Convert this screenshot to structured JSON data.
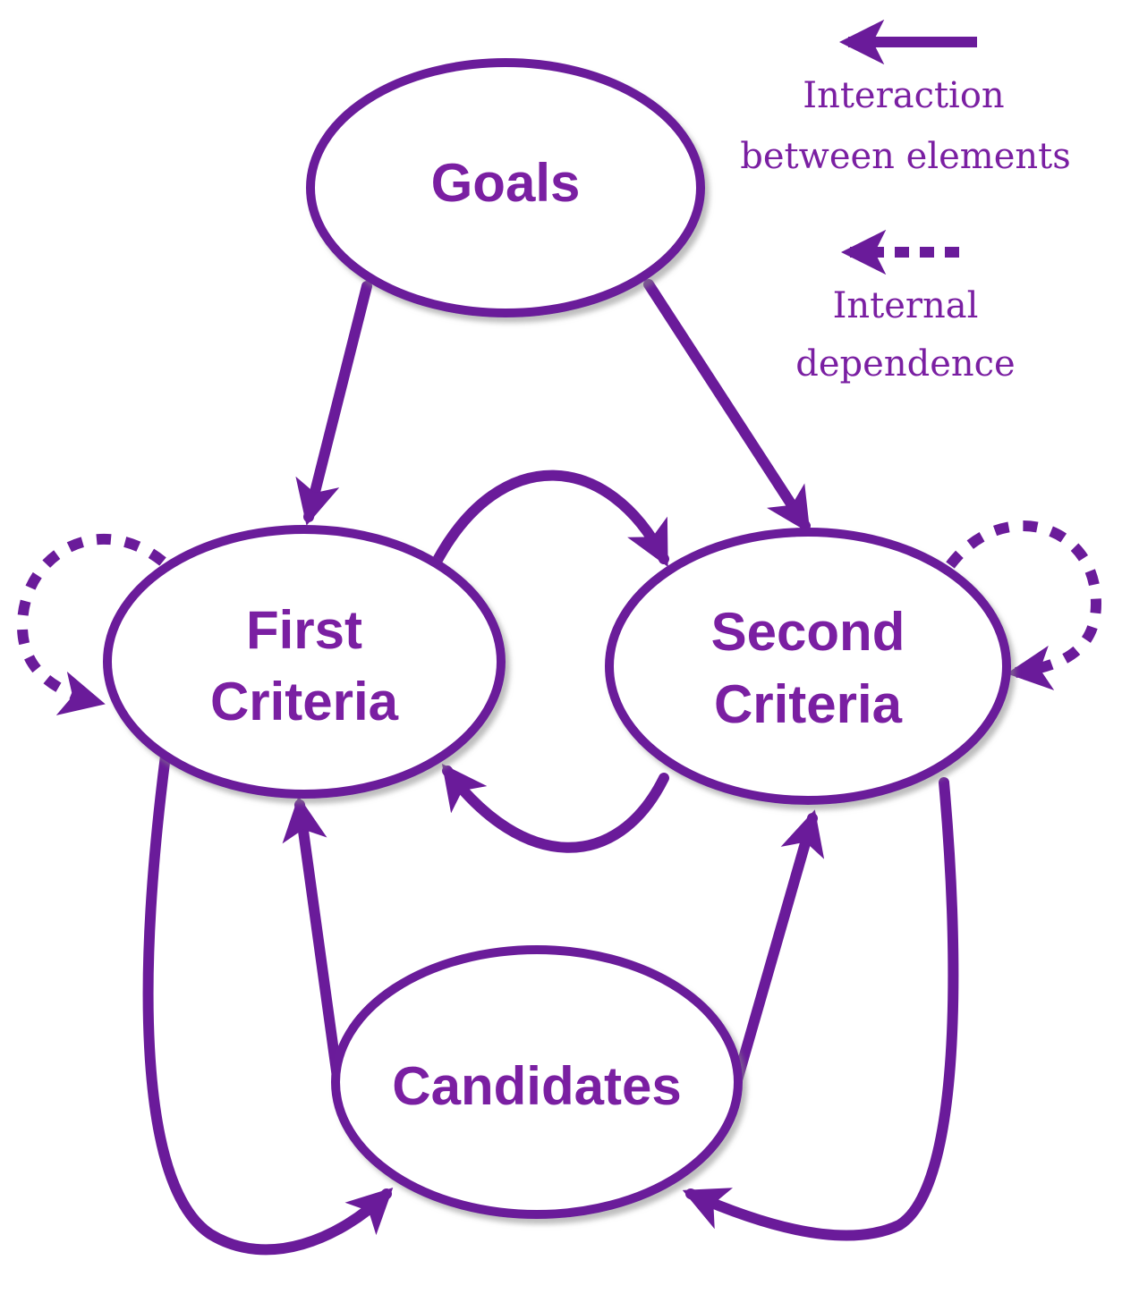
{
  "colors": {
    "accent": "#6a1b9a",
    "text": "#7a1fa2",
    "node_fill": "#ffffff",
    "node_shadow": "#9e9e9e"
  },
  "nodes": {
    "goals": {
      "label": "Goals"
    },
    "first_criteria": {
      "line1": "First",
      "line2": "Criteria"
    },
    "second_criteria": {
      "line1": "Second",
      "line2": "Criteria"
    },
    "candidates": {
      "label": "Candidates"
    }
  },
  "legend": {
    "interaction": {
      "line1": "Interaction",
      "line2": "between elements"
    },
    "internal": {
      "line1": "Internal",
      "line2": "dependence"
    }
  }
}
